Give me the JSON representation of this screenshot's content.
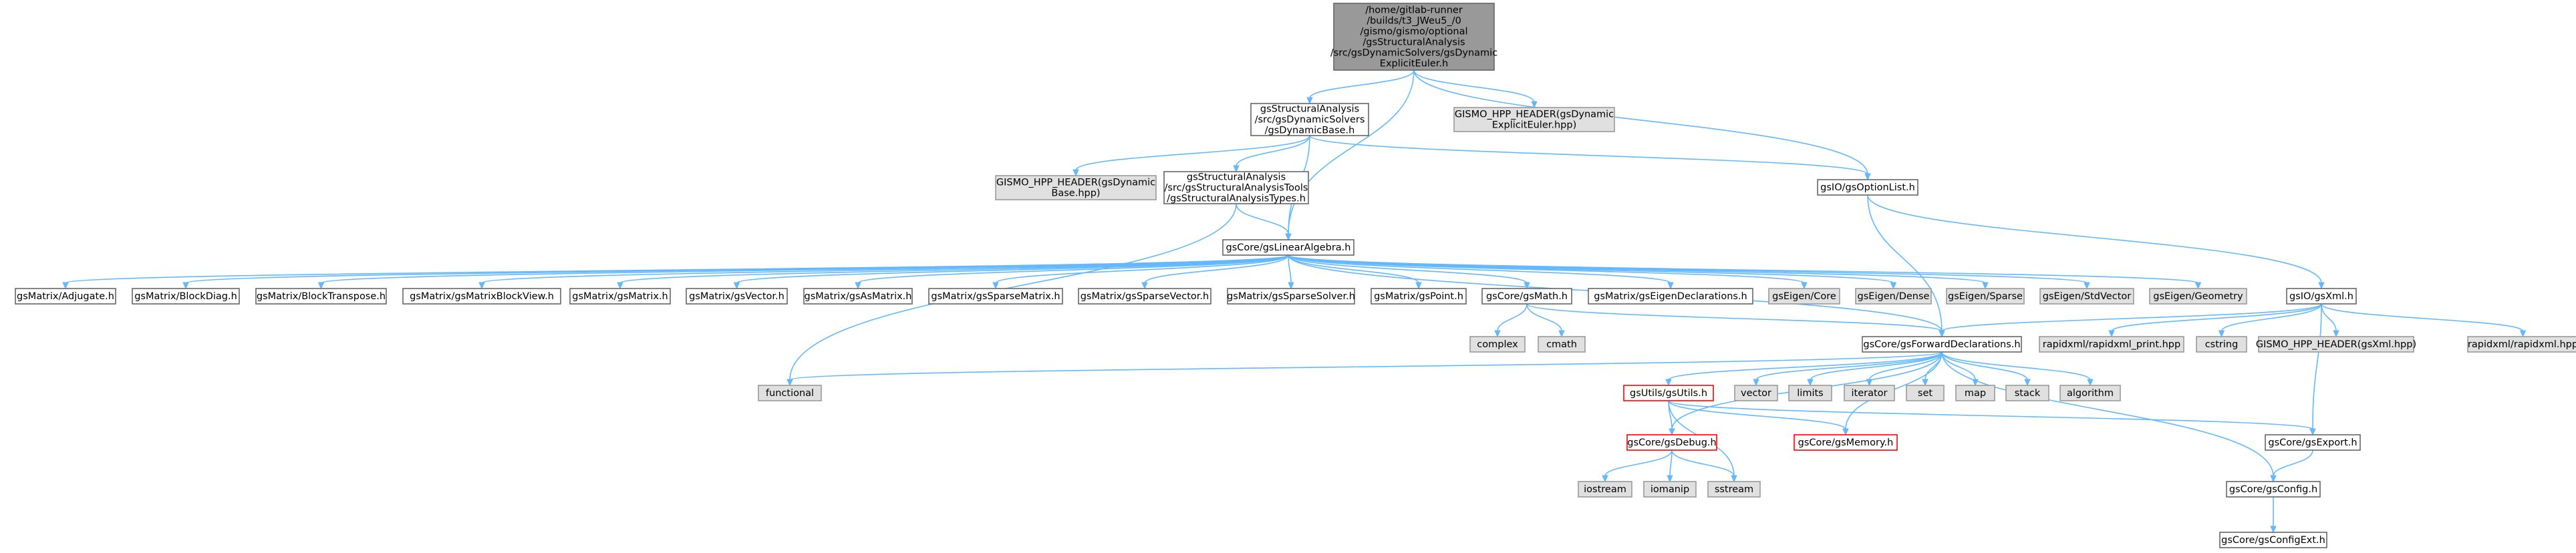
{
  "graph": {
    "colors": {
      "root_fill": "#999999",
      "root_stroke": "#666666",
      "file_fill": "#ffffff",
      "file_stroke": "#666666",
      "system_fill": "#e0e0e0",
      "system_stroke": "#999999",
      "truncated_stroke": "#ff0000",
      "edge": "#63b8ff"
    },
    "nodes": [
      {
        "id": "root",
        "kind": "root",
        "lines": [
          "/home/gitlab-runner",
          "/builds/t3_JWeu5_/0",
          "/gismo/gismo/optional",
          "/gsStructuralAnalysis",
          "/src/gsDynamicSolvers/gsDynamic",
          "ExplicitEuler.h"
        ]
      },
      {
        "id": "dynbase",
        "kind": "file",
        "lines": [
          "gsStructuralAnalysis",
          "/src/gsDynamicSolvers",
          "/gsDynamicBase.h"
        ]
      },
      {
        "id": "hpp_euler",
        "kind": "system",
        "lines": [
          "GISMO_HPP_HEADER(gsDynamic",
          "ExplicitEuler.hpp)"
        ]
      },
      {
        "id": "hpp_base",
        "kind": "system",
        "lines": [
          "GISMO_HPP_HEADER(gsDynamic",
          "Base.hpp)"
        ]
      },
      {
        "id": "satypes",
        "kind": "file",
        "lines": [
          "gsStructuralAnalysis",
          "/src/gsStructuralAnalysisTools",
          "/gsStructuralAnalysisTypes.h"
        ]
      },
      {
        "id": "optionlist",
        "kind": "file",
        "lines": [
          "gsIO/gsOptionList.h"
        ]
      },
      {
        "id": "linalg",
        "kind": "file",
        "lines": [
          "gsCore/gsLinearAlgebra.h"
        ]
      },
      {
        "id": "adjugate",
        "kind": "file",
        "lines": [
          "gsMatrix/Adjugate.h"
        ]
      },
      {
        "id": "blockdiag",
        "kind": "file",
        "lines": [
          "gsMatrix/BlockDiag.h"
        ]
      },
      {
        "id": "blocktranspose",
        "kind": "file",
        "lines": [
          "gsMatrix/BlockTranspose.h"
        ]
      },
      {
        "id": "blockview",
        "kind": "file",
        "lines": [
          "gsMatrix/gsMatrixBlockView.h"
        ]
      },
      {
        "id": "gsmatrix",
        "kind": "file",
        "lines": [
          "gsMatrix/gsMatrix.h"
        ]
      },
      {
        "id": "gsvector",
        "kind": "file",
        "lines": [
          "gsMatrix/gsVector.h"
        ]
      },
      {
        "id": "asmatrix",
        "kind": "file",
        "lines": [
          "gsMatrix/gsAsMatrix.h"
        ]
      },
      {
        "id": "sparsematrix",
        "kind": "file",
        "lines": [
          "gsMatrix/gsSparseMatrix.h"
        ]
      },
      {
        "id": "sparsevector",
        "kind": "file",
        "lines": [
          "gsMatrix/gsSparseVector.h"
        ]
      },
      {
        "id": "sparsesolver",
        "kind": "file",
        "lines": [
          "gsMatrix/gsSparseSolver.h"
        ]
      },
      {
        "id": "gspoint",
        "kind": "file",
        "lines": [
          "gsMatrix/gsPoint.h"
        ]
      },
      {
        "id": "gsmath",
        "kind": "file",
        "lines": [
          "gsCore/gsMath.h"
        ]
      },
      {
        "id": "eigendecl",
        "kind": "file",
        "lines": [
          "gsMatrix/gsEigenDeclarations.h"
        ]
      },
      {
        "id": "eigen_core",
        "kind": "system",
        "lines": [
          "gsEigen/Core"
        ]
      },
      {
        "id": "eigen_dense",
        "kind": "system",
        "lines": [
          "gsEigen/Dense"
        ]
      },
      {
        "id": "eigen_sparse",
        "kind": "system",
        "lines": [
          "gsEigen/Sparse"
        ]
      },
      {
        "id": "eigen_stdvector",
        "kind": "system",
        "lines": [
          "gsEigen/StdVector"
        ]
      },
      {
        "id": "eigen_geometry",
        "kind": "system",
        "lines": [
          "gsEigen/Geometry"
        ]
      },
      {
        "id": "gsxml",
        "kind": "file",
        "lines": [
          "gsIO/gsXml.h"
        ]
      },
      {
        "id": "complex",
        "kind": "system",
        "lines": [
          "complex"
        ]
      },
      {
        "id": "cmath",
        "kind": "system",
        "lines": [
          "cmath"
        ]
      },
      {
        "id": "fwddecl",
        "kind": "file",
        "lines": [
          "gsCore/gsForwardDeclarations.h"
        ]
      },
      {
        "id": "rapid_print",
        "kind": "system",
        "lines": [
          "rapidxml/rapidxml_print.hpp"
        ]
      },
      {
        "id": "cstring",
        "kind": "system",
        "lines": [
          "cstring"
        ]
      },
      {
        "id": "hpp_xml",
        "kind": "system",
        "lines": [
          "GISMO_HPP_HEADER(gsXml.hpp)"
        ]
      },
      {
        "id": "rapidxml",
        "kind": "system",
        "lines": [
          "rapidxml/rapidxml.hpp"
        ]
      },
      {
        "id": "functional",
        "kind": "system",
        "lines": [
          "functional"
        ]
      },
      {
        "id": "gsutils",
        "kind": "truncated",
        "lines": [
          "gsUtils/gsUtils.h"
        ]
      },
      {
        "id": "vector",
        "kind": "system",
        "lines": [
          "vector"
        ]
      },
      {
        "id": "limits",
        "kind": "system",
        "lines": [
          "limits"
        ]
      },
      {
        "id": "iterator",
        "kind": "system",
        "lines": [
          "iterator"
        ]
      },
      {
        "id": "set",
        "kind": "system",
        "lines": [
          "set"
        ]
      },
      {
        "id": "map",
        "kind": "system",
        "lines": [
          "map"
        ]
      },
      {
        "id": "stack",
        "kind": "system",
        "lines": [
          "stack"
        ]
      },
      {
        "id": "algorithm",
        "kind": "system",
        "lines": [
          "algorithm"
        ]
      },
      {
        "id": "gsdebug",
        "kind": "truncated",
        "lines": [
          "gsCore/gsDebug.h"
        ]
      },
      {
        "id": "gsmemory",
        "kind": "truncated",
        "lines": [
          "gsCore/gsMemory.h"
        ]
      },
      {
        "id": "gsexport",
        "kind": "file",
        "lines": [
          "gsCore/gsExport.h"
        ]
      },
      {
        "id": "iostream",
        "kind": "system",
        "lines": [
          "iostream"
        ]
      },
      {
        "id": "iomanip",
        "kind": "system",
        "lines": [
          "iomanip"
        ]
      },
      {
        "id": "sstream",
        "kind": "system",
        "lines": [
          "sstream"
        ]
      },
      {
        "id": "gsconfig",
        "kind": "file",
        "lines": [
          "gsCore/gsConfig.h"
        ]
      },
      {
        "id": "gsconfigext",
        "kind": "file",
        "lines": [
          "gsCore/gsConfigExt.h"
        ]
      }
    ],
    "edges": [
      [
        "root",
        "dynbase"
      ],
      [
        "root",
        "hpp_euler"
      ],
      [
        "root",
        "linalg"
      ],
      [
        "root",
        "optionlist"
      ],
      [
        "dynbase",
        "hpp_base"
      ],
      [
        "dynbase",
        "satypes"
      ],
      [
        "dynbase",
        "linalg"
      ],
      [
        "dynbase",
        "optionlist"
      ],
      [
        "satypes",
        "linalg"
      ],
      [
        "satypes",
        "functional"
      ],
      [
        "optionlist",
        "gsxml"
      ],
      [
        "optionlist",
        "fwddecl"
      ],
      [
        "linalg",
        "adjugate"
      ],
      [
        "linalg",
        "blockdiag"
      ],
      [
        "linalg",
        "blocktranspose"
      ],
      [
        "linalg",
        "blockview"
      ],
      [
        "linalg",
        "gsmatrix"
      ],
      [
        "linalg",
        "gsvector"
      ],
      [
        "linalg",
        "asmatrix"
      ],
      [
        "linalg",
        "sparsematrix"
      ],
      [
        "linalg",
        "sparsevector"
      ],
      [
        "linalg",
        "sparsesolver"
      ],
      [
        "linalg",
        "gspoint"
      ],
      [
        "linalg",
        "gsmath"
      ],
      [
        "linalg",
        "eigendecl"
      ],
      [
        "linalg",
        "eigen_core"
      ],
      [
        "linalg",
        "eigen_dense"
      ],
      [
        "linalg",
        "eigen_sparse"
      ],
      [
        "linalg",
        "eigen_stdvector"
      ],
      [
        "linalg",
        "eigen_geometry"
      ],
      [
        "linalg",
        "fwddecl"
      ],
      [
        "gsmath",
        "complex"
      ],
      [
        "gsmath",
        "cmath"
      ],
      [
        "gsmath",
        "fwddecl"
      ],
      [
        "gsxml",
        "fwddecl"
      ],
      [
        "gsxml",
        "rapid_print"
      ],
      [
        "gsxml",
        "cstring"
      ],
      [
        "gsxml",
        "hpp_xml"
      ],
      [
        "gsxml",
        "rapidxml"
      ],
      [
        "gsxml",
        "gsexport"
      ],
      [
        "fwddecl",
        "functional"
      ],
      [
        "fwddecl",
        "gsutils"
      ],
      [
        "fwddecl",
        "vector"
      ],
      [
        "fwddecl",
        "limits"
      ],
      [
        "fwddecl",
        "iterator"
      ],
      [
        "fwddecl",
        "set"
      ],
      [
        "fwddecl",
        "map"
      ],
      [
        "fwddecl",
        "stack"
      ],
      [
        "fwddecl",
        "algorithm"
      ],
      [
        "fwddecl",
        "gsdebug"
      ],
      [
        "fwddecl",
        "gsmemory"
      ],
      [
        "fwddecl",
        "gsconfig"
      ],
      [
        "gsutils",
        "gsdebug"
      ],
      [
        "gsutils",
        "gsmemory"
      ],
      [
        "gsutils",
        "sstream"
      ],
      [
        "gsutils",
        "gsexport"
      ],
      [
        "gsdebug",
        "iostream"
      ],
      [
        "gsdebug",
        "iomanip"
      ],
      [
        "gsdebug",
        "sstream"
      ],
      [
        "gsexport",
        "gsconfig"
      ],
      [
        "gsconfig",
        "gsconfigext"
      ]
    ]
  }
}
